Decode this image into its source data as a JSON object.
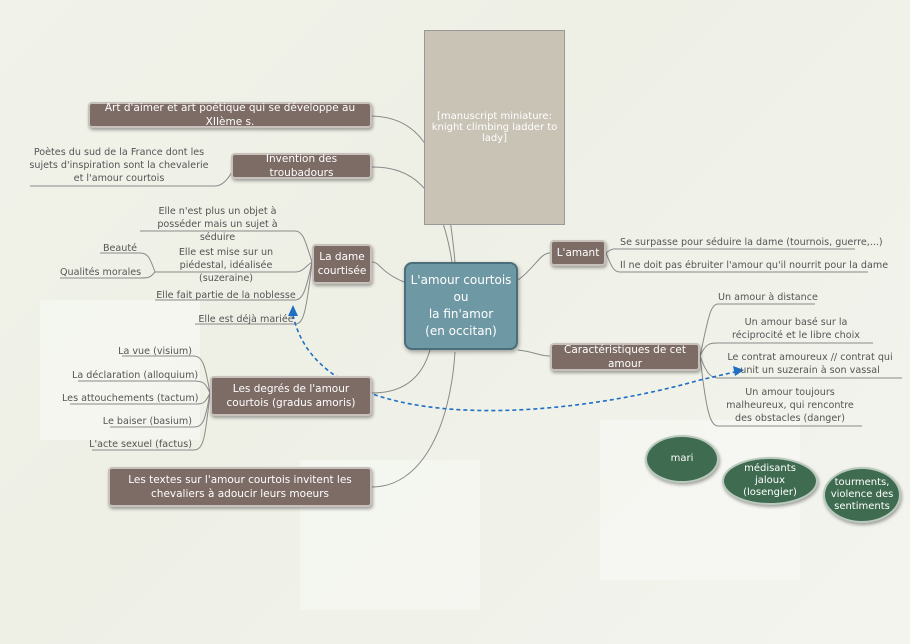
{
  "center": {
    "lines": [
      "L'amour courtois",
      "ou",
      "la fin'amor",
      "(en occitan)"
    ]
  },
  "image": {
    "placeholder": "[manuscript miniature: knight climbing ladder to lady]"
  },
  "left": {
    "art": "Art d'aimer et art poétique qui se développe au XIIème s.",
    "invention": "Invention des troubadours",
    "poetes": "Poètes du sud de la France dont les sujets d'inspiration sont la chevalerie et l'amour courtois",
    "dame": "La dame courtisée",
    "dame_leaves": [
      "Elle n'est plus un objet à posséder mais un sujet à séduire",
      "Elle est mise sur un piédestal, idéalisée (suzeraine)",
      "Elle fait partie de la noblesse",
      "Elle est déjà mariée"
    ],
    "beaute": "Beauté",
    "qualites": "Qualités morales",
    "degres": "Les degrés de l'amour courtois (gradus amoris)",
    "degres_leaves": [
      "La vue (visium)",
      "La déclaration (alloquium)",
      "Les attouchements (tactum)",
      "Le baiser (basium)",
      "L'acte sexuel (factus)"
    ],
    "textes": "Les textes sur l'amour courtois invitent les chevaliers à adoucir leurs moeurs"
  },
  "right": {
    "amant": "L'amant",
    "amant_leaves": [
      "Se surpasse pour séduire la dame (tournois, guerre,...)",
      "Il ne doit pas ébruiter l'amour qu'il nourrit pour la dame"
    ],
    "carac": "Caractéristiques de cet amour",
    "carac_leaves": [
      "Un amour à distance",
      "Un amour basé sur la réciprocité et le libre choix",
      "Le contrat amoureux // contrat qui unit un suzerain à son vassal",
      "Un amour toujours malheureux, qui rencontre des obstacles (danger)"
    ],
    "ovals": [
      "mari",
      "médisants jaloux (losengier)",
      "tourments, violence des sentiments"
    ]
  },
  "colors": {
    "box": "#7d6b65",
    "center": "#6e98a4",
    "oval": "#3f6b50",
    "link": "#1f6fc2",
    "line": "#8a8a8a"
  }
}
